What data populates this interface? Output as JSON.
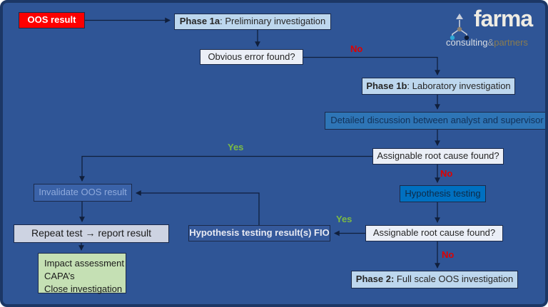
{
  "colors": {
    "background": "#2F5596",
    "slide_border": "#1C3765",
    "oos_red": "#FE0000",
    "phase_lightblue": "#BDD7EE",
    "question_white": "#EBEFF7",
    "discussion_blue": "#2E75B6",
    "hypothesis_blue": "#0070C0",
    "invalidate_fill": "#3A62A8",
    "invalidate_text": "#8FAADC",
    "repeat_gray": "#CDD3E2",
    "closeout_green": "#C5E0B4",
    "no_label": "#DE0000",
    "yes_label": "#7CBB44",
    "connector": "#101F3C"
  },
  "logo": {
    "brand": "farma",
    "sub_consulting": "consulting",
    "sub_amp": "&",
    "sub_partners": "partners",
    "icon": "branching-arrow-icon",
    "dot_colors": [
      "#2FA8D5",
      "#8B8070",
      "#0E1B33"
    ]
  },
  "nodes": {
    "oos_result": {
      "label": "OOS result"
    },
    "phase1a": {
      "bold": "Phase 1a",
      "rest": ": Preliminary investigation"
    },
    "obvious_error": {
      "label": "Obvious error found?"
    },
    "phase1b": {
      "bold": "Phase 1b",
      "rest": ": Laboratory investigation"
    },
    "detailed_discussion": {
      "label": "Detailed discussion between analyst and supervisor"
    },
    "assignable1": {
      "label": "Assignable root cause found?"
    },
    "hypothesis_testing": {
      "label": "Hypothesis testing"
    },
    "assignable2": {
      "label": "Assignable root cause found?"
    },
    "phase2": {
      "bold": "Phase 2:",
      "rest": " Full scale OOS investigation"
    },
    "invalidate": {
      "label": "Invalidate OOS result"
    },
    "fio": {
      "label": "Hypothesis testing result(s) FIO"
    },
    "repeat_test": {
      "label": "Repeat test → report result"
    },
    "closeout": {
      "lines": [
        "Impact assessment",
        "CAPA’s",
        "Close investigation"
      ]
    }
  },
  "edge_labels": {
    "no_obvious": "No",
    "yes_assignable1": "Yes",
    "no_assignable1": "No",
    "yes_assignable2": "Yes",
    "no_assignable2": "No"
  }
}
